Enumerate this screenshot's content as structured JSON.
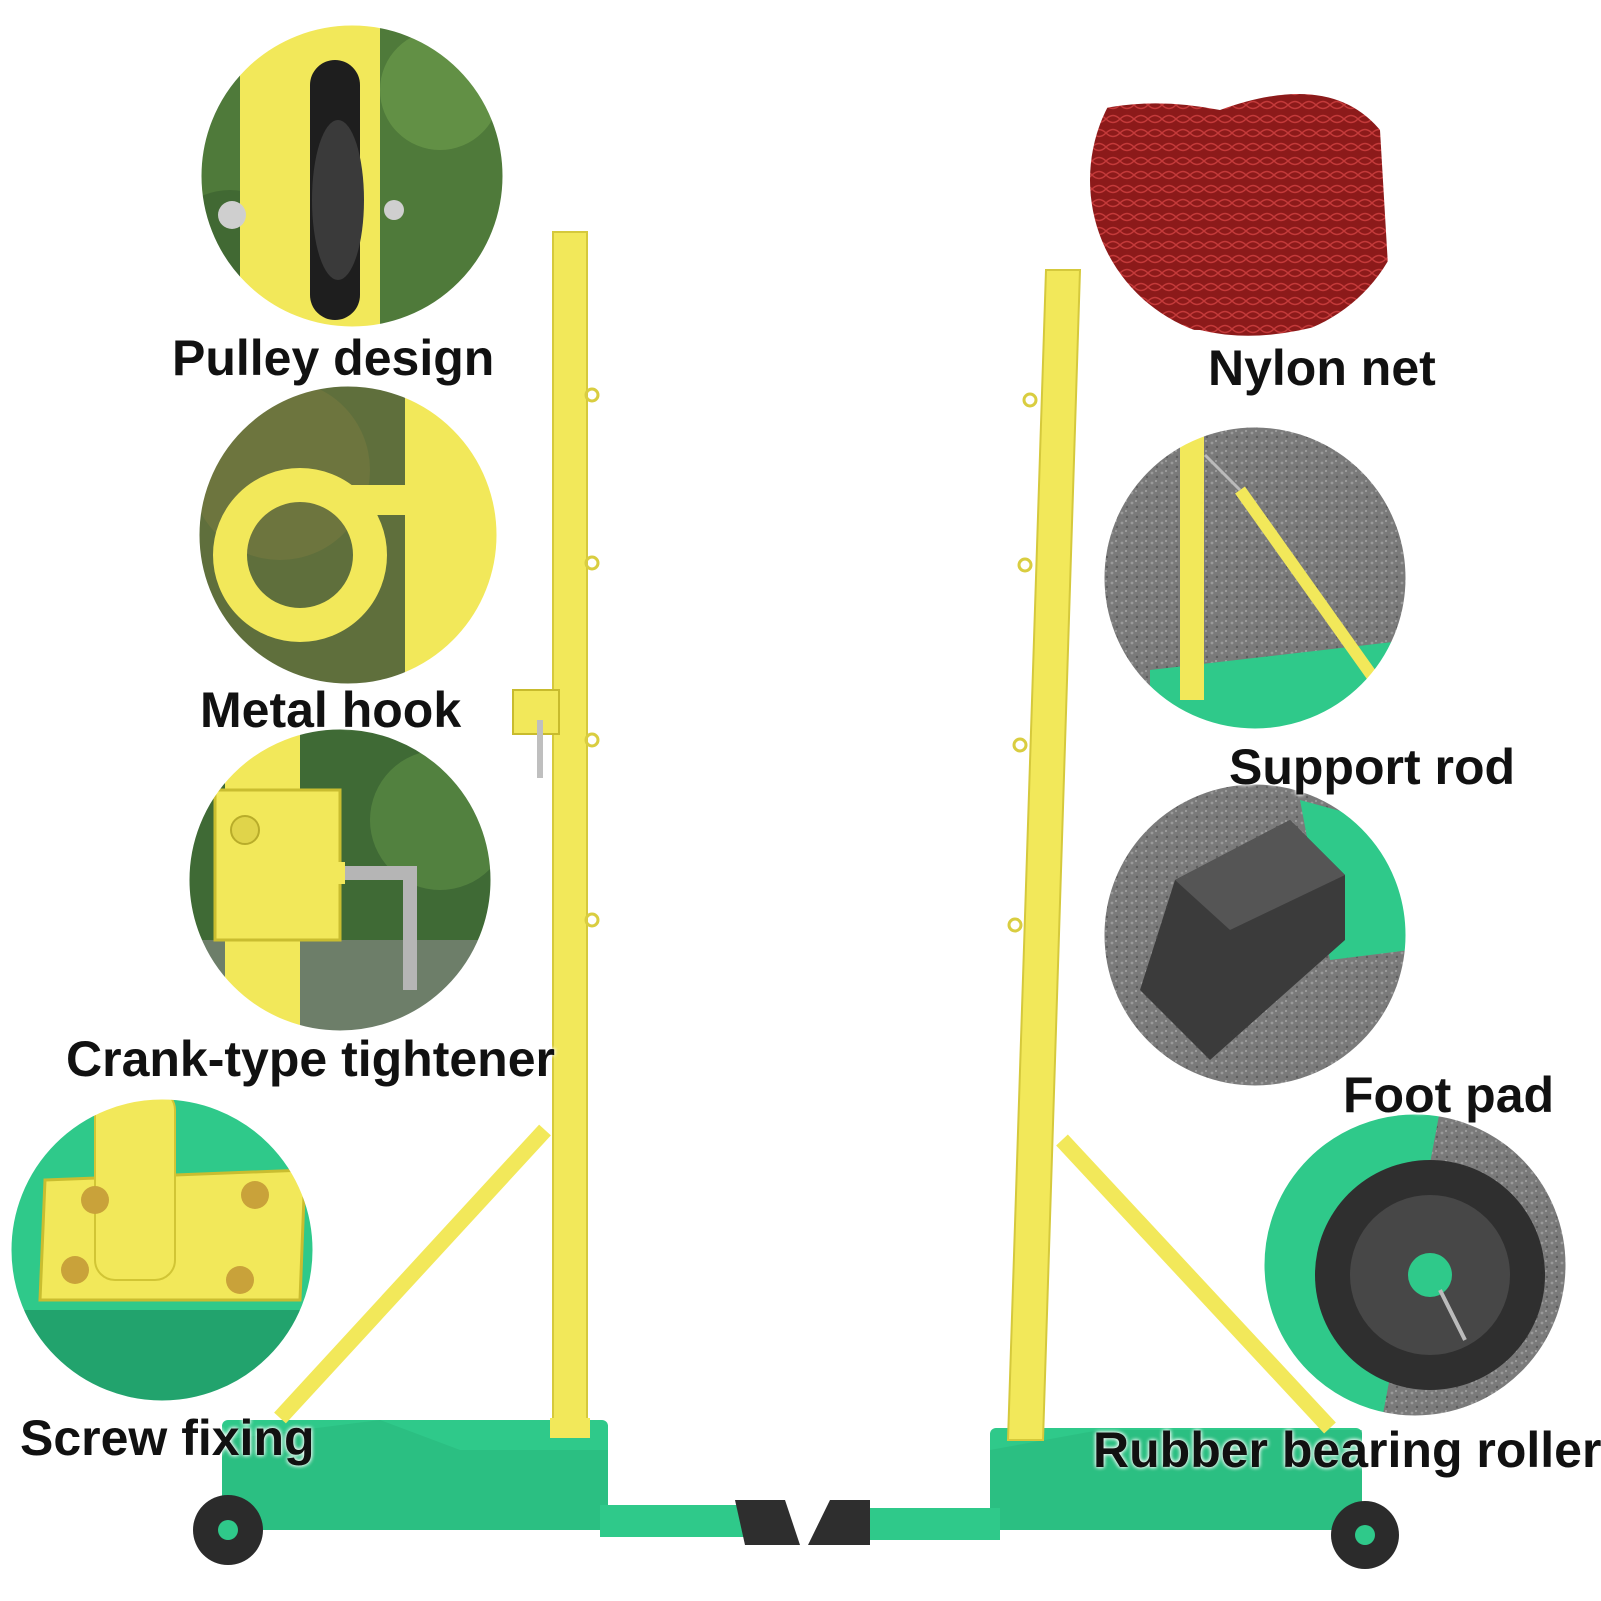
{
  "labels": {
    "pulley": "Pulley design",
    "hook": "Metal hook",
    "crank": "Crank-type tightener",
    "screw": "Screw fixing",
    "nylon": "Nylon net",
    "support": "Support rod",
    "foot": "Foot pad",
    "roller": "Rubber bearing roller"
  },
  "colors": {
    "pole_yellow": "#f2e85a",
    "base_green": "#2fc98a",
    "net_red": "#8c1a1a",
    "foliage_green": "#4f7a3a",
    "asphalt_gray": "#7d7d7d",
    "rubber_dark": "#3b3b3b"
  }
}
